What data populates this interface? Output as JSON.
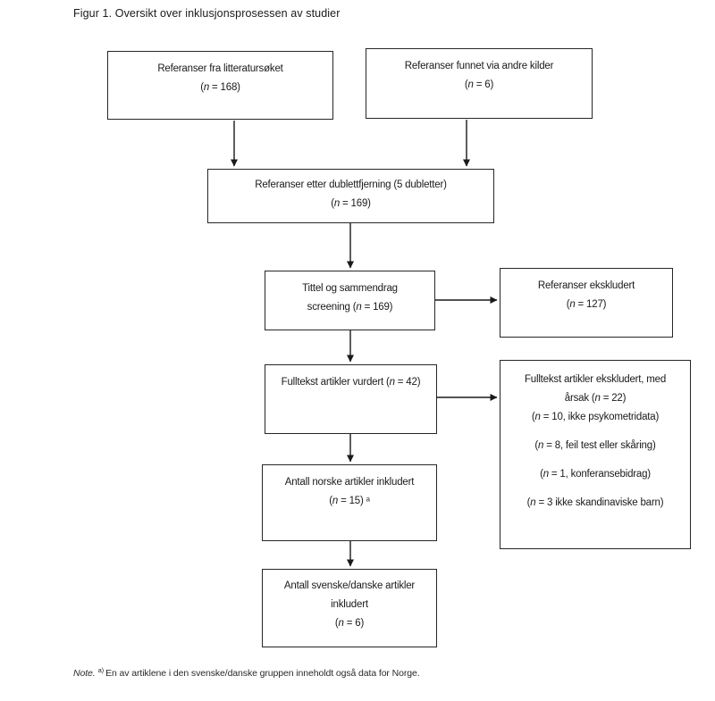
{
  "figure": {
    "title": "Figur 1. Oversikt over inklusjonsprosessen av studier",
    "note": {
      "prefix": "Note.",
      "superscript": "a)",
      "text": "En av artiklene i den svenske/danske gruppen inneholdt også data for Norge."
    }
  },
  "boxes": {
    "literature_search": {
      "lines": [
        "Referanser fra litteratursøket",
        "(n = 168)"
      ]
    },
    "other_sources": {
      "lines": [
        "Referanser funnet via andre kilder",
        "(n = 6)"
      ]
    },
    "after_deduplication": {
      "lines": [
        "Referanser etter dublettfjerning (5 dubletter)",
        "(n = 169)"
      ]
    },
    "title_abstract_screening": {
      "lines": [
        "Tittel og sammendrag",
        "screening (n = 169)"
      ]
    },
    "references_excluded": {
      "lines": [
        "Referanser ekskludert",
        "(n = 127)"
      ]
    },
    "fulltext_assessed": {
      "lines": [
        "Fulltekst artikler vurdert (n = 42)"
      ]
    },
    "fulltext_excluded": {
      "lines": [
        "Fulltekst artikler ekskludert, med",
        "årsak (n = 22)",
        "(n = 10, ikke psykometridata)",
        "(n = 8, feil test eller skåring)",
        "(n = 1, konferansebidrag)",
        "(n = 3 ikke skandinaviske barn)"
      ]
    },
    "norwegian_included": {
      "lines": [
        "Antall norske artikler inkludert",
        "(n = 15) ᵃ"
      ]
    },
    "swedish_danish_included": {
      "lines": [
        "Antall svenske/danske artikler",
        "inkludert",
        "(n = 6)"
      ]
    }
  }
}
